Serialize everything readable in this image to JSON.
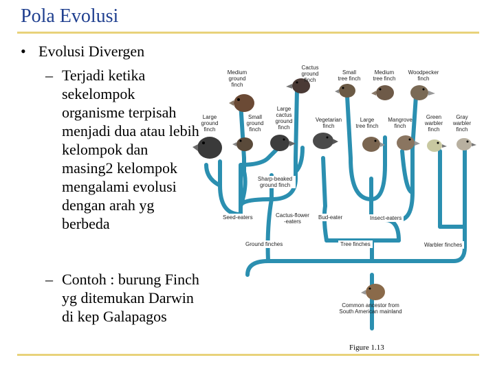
{
  "slide": {
    "title": "Pola Evolusi",
    "bullet": "Evolusi Divergen",
    "sub_items": [
      "Terjadi ketika sekelompok organisme terpisah menjadi dua atau lebih kelompok dan masing2 kelompok mengalami evolusi dengan arah yg berbeda",
      "Contoh : burung Finch yg ditemukan Darwin di kep Galapagos"
    ],
    "dash": "–",
    "dot": "•"
  },
  "diagram": {
    "species": {
      "medium_ground": "Medium\nground\nfinch",
      "cactus_ground": "Cactus\nground\nfinch",
      "small_tree": "Small\ntree finch",
      "medium_tree": "Medium\ntree finch",
      "woodpecker": "Woodpecker\nfinch",
      "large_ground": "Large\nground\nfinch",
      "small_ground": "Small\nground\nfinch",
      "large_cactus": "Large\ncactus\nground\nfinch",
      "vegetarian": "Vegetarian\nfinch",
      "large_tree": "Large\ntree finch",
      "mangrove": "Mangrove\nfinch",
      "green_warbler": "Green\nwarbler\nfinch",
      "gray_warbler": "Gray\nwarbler\nfinch",
      "sharp_beaked": "Sharp-beaked\nground finch"
    },
    "groups": {
      "seed_eaters": "Seed-eaters",
      "cactus_flower": "Cactus-flower\n-eaters",
      "bud_eater": "Bud-eater",
      "insect_eaters": "Insect-eaters",
      "ground_finches": "Ground finches",
      "tree_finches": "Tree finches",
      "warbler_finches": "Warbler finches"
    },
    "ancestor": "Common ancestor from\nSouth American mainland",
    "figure_caption": "Figure 1.13",
    "colors": {
      "tree_branch": "#1f7fa0",
      "tree_fill": "#2b8fb0",
      "title": "#1f3f8f",
      "rule": "#e8d27a"
    }
  }
}
